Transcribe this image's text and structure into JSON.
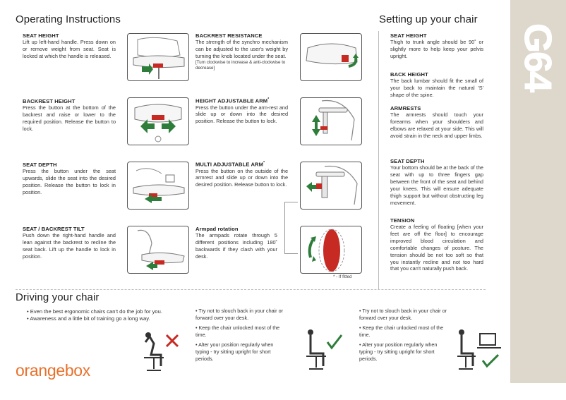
{
  "operating": {
    "title": "Operating Instructions",
    "items": [
      {
        "title": "SEAT HEIGHT",
        "text": "Lift up left-hand handle. Press down on or remove weight from seat. Seat is locked at which the handle is released."
      },
      {
        "title": "BACKREST HEIGHT",
        "text": "Press the button at the bottom of the backrest and raise or lower to the required position. Release the button to lock."
      },
      {
        "title": "SEAT DEPTH",
        "text": "Press the button under the seat upwards, slide the seat into the desired position. Release the button to lock in position."
      },
      {
        "title": "SEAT / BACKREST TILT",
        "text": "Push down the right-hand handle and lean against the backrest to recline the seat back. Lift up the handle to lock in position."
      },
      {
        "title": "BACKREST RESISTANCE",
        "text": "The strength of the synchro mechanism can be adjusted to the user's weight by turning the knob located under the seat.",
        "note": "[Turn clockwise to increase & anti-clockwise to decrease]"
      },
      {
        "title": "HEIGHT ADJUSTABLE ARM",
        "sup": "*",
        "text": "Press the button under the arm-rest and slide up or down into the desired position. Release the button to lock."
      },
      {
        "title": "MULTI ADJUSTABLE ARM",
        "sup": "*",
        "text": "Press the button on the outside of the armrest and slide up or down into the desired position. Release button to lock."
      },
      {
        "title": "Armpad rotation",
        "text": "The armpads rotate through 5 different positions including 180˚ backwards if they clash with your desk."
      }
    ],
    "footnote": "* - If fitted"
  },
  "setup": {
    "title": "Setting up your chair",
    "items": [
      {
        "title": "SEAT HEIGHT",
        "text": "Thigh to trunk angle should be 90˚ or slightly more to help keep your pelvis upright."
      },
      {
        "title": "BACK HEIGHT",
        "text": "The back lumbar should fit the small of your back to maintain the natural 'S' shape of the spine."
      },
      {
        "title": "ARMRESTS",
        "text": "The armrests should touch your forearms when your shoulders and elbows are relaxed at your side. This will avoid strain in the neck and upper limbs."
      },
      {
        "title": "SEAT DEPTH",
        "text": "Your bottom should be at the back of the seat with up to three fingers gap between the front of the seat and behind your knees. This will ensure adequate thigh support but without obstructing leg movement."
      },
      {
        "title": "TENSION",
        "text": "Create a feeling of floating [when your feet are off the floor] to encourage improved blood circulation and comfortable changes of posture. The tension should be not too soft so that you instantly recline and not too hard that you can't naturally push back."
      }
    ]
  },
  "driving": {
    "title": "Driving your chair",
    "intro": [
      "• Even the best ergonomic chairs can't do the job for you.",
      "• Awareness and a little bit of training go a long way."
    ],
    "tips_a": [
      "• Try not to slouch back in your chair or forward over your desk.",
      "• Keep the chair unlocked most of the time.",
      "• Alter your position regularly when typing - try sitting upright for short periods."
    ],
    "tips_b": [
      "• Try not to slouch back in your chair or forward over your desk.",
      "• Keep the chair unlocked most of the time.",
      "• Alter your position regularly when typing - try sitting upright for short periods."
    ]
  },
  "brand": {
    "logo_text": "orangebox",
    "model": "G64"
  },
  "colors": {
    "accent": "#e8702a",
    "arrow_green": "#2e7d3a",
    "arrow_red": "#c62a22",
    "band": "#ded7cc"
  }
}
